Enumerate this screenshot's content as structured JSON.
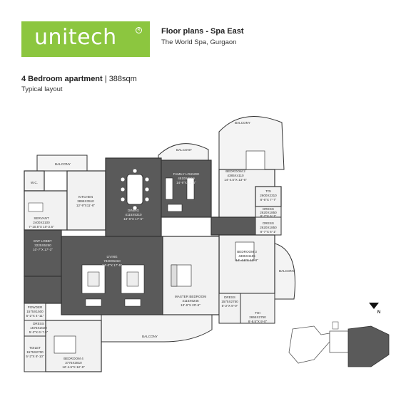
{
  "brand": {
    "logo": "unitech",
    "reg_mark": "R",
    "accent": "#8cc63f"
  },
  "header": {
    "title": "Floor plans - Spa East",
    "subtitle": "The World Spa, Gurgaon"
  },
  "apartment": {
    "title": "4 Bedroom apartment",
    "separator": " | ",
    "area": "388sqm",
    "layout": "Typical layout"
  },
  "rooms": {
    "balcony_top_left": {
      "name": "BALCONY"
    },
    "wc": {
      "name": "W.C."
    },
    "kitchen": {
      "name": "KITCHEN",
      "dims": "3895X3510",
      "feet": "12'-9\"X11'-6\""
    },
    "servant": {
      "name": "SERVANT",
      "dims": "2400X3100",
      "feet": "7'-10.5\"X 10'-2.5\""
    },
    "dining": {
      "name": "DINING",
      "dims": "4115X5310",
      "feet": "13'-6\"X 17'-5\""
    },
    "balcony_family": {
      "name": "BALCONY"
    },
    "family": {
      "name": "FAMILY LOUNGE",
      "dims": "4510X3810",
      "feet": "14'-9\"X 12'-6\""
    },
    "balcony_bed2": {
      "name": "BALCONY"
    },
    "bedroom2": {
      "name": "BEDROOM 2",
      "dims": "4385X4110",
      "feet": "14'-4.5\"X 13'-6\""
    },
    "toilet2": {
      "name": "TOI",
      "dims": "2600X2310",
      "feet": "8'-6\"X 7'-7\""
    },
    "dress2": {
      "name": "DRESS",
      "dims": "2620X1850",
      "feet": "8'-7\"X 6'-1\""
    },
    "dress3": {
      "name": "DRESS",
      "dims": "2620X1850",
      "feet": "8'-7\"X 6'-1\""
    },
    "entry_lobby": {
      "name": "ENT LOBBY",
      "dims": "3225X5250",
      "feet": "10'-7\"X 17'-3\""
    },
    "living": {
      "name": "LIVING",
      "dims": "7320X5310",
      "feet": "24'-0\"X 17'-5\""
    },
    "master_bedroom": {
      "name": "MASTER BEDROOM",
      "dims": "4115X6245",
      "feet": "13'-6\"X 20'-6\""
    },
    "bedroom3": {
      "name": "BEDROOM 3",
      "dims": "4385X4185",
      "feet": "14'-4.5\"X 13'-8\""
    },
    "balcony_bed3": {
      "name": "BALCONY"
    },
    "powder": {
      "name": "POWDER",
      "dims": "1575X1500",
      "feet": "5'-2\"X 4'-11\""
    },
    "dress4": {
      "name": "DRESS",
      "dims": "1575X2020",
      "feet": "5'-2\"X 6'-7.5\""
    },
    "toilet4": {
      "name": "TOILET",
      "dims": "1575X2700",
      "feet": "5'-2\"X 8'-10\""
    },
    "bedroom4": {
      "name": "BEDROOM 4",
      "dims": "3775X3810",
      "feet": "12'-4.5\"X 12'-6\""
    },
    "dress_master": {
      "name": "DRESS",
      "dims": "1575X2750",
      "feet": "5'-2\"X 9'-0\""
    },
    "toilet_master": {
      "name": "TOI",
      "dims": "2655X2750",
      "feet": "8'-8.5\"X 9'-0\""
    },
    "balcony_living": {
      "name": "BALCONY"
    }
  },
  "north": {
    "label": "N"
  },
  "colors": {
    "gray_room": "#5a5a5a",
    "light_room": "#f2f2f2",
    "wall": "#333333"
  }
}
